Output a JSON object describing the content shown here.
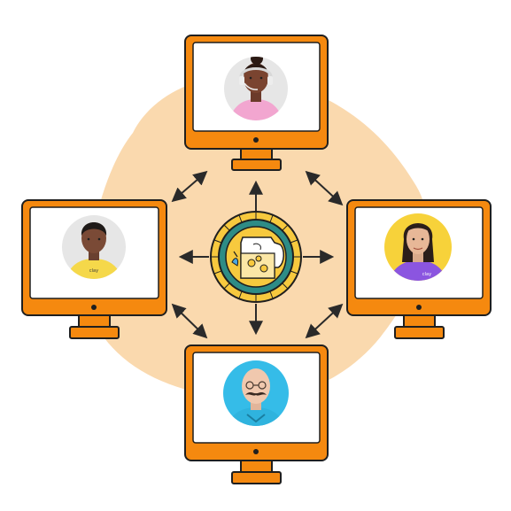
{
  "diagram": {
    "hub": {
      "icon": "pitcher-icon"
    },
    "monitors": [
      {
        "id": "top",
        "avatar": "woman-headset-avatar",
        "shirt_text": ""
      },
      {
        "id": "left",
        "avatar": "man-yellow-shirt-avatar",
        "shirt_text": "clay"
      },
      {
        "id": "right",
        "avatar": "woman-purple-shirt-avatar",
        "shirt_text": "clay"
      },
      {
        "id": "bottom",
        "avatar": "bald-man-mustache-avatar",
        "shirt_text": ""
      }
    ],
    "colors": {
      "blob": "#FAD9AE",
      "monitor_frame": "#F5890F",
      "monitor_outline": "#1F1F1F",
      "hub_teal": "#2E8C86",
      "hub_yellow": "#F7C93E",
      "arrow": "#2A2A2A"
    }
  }
}
